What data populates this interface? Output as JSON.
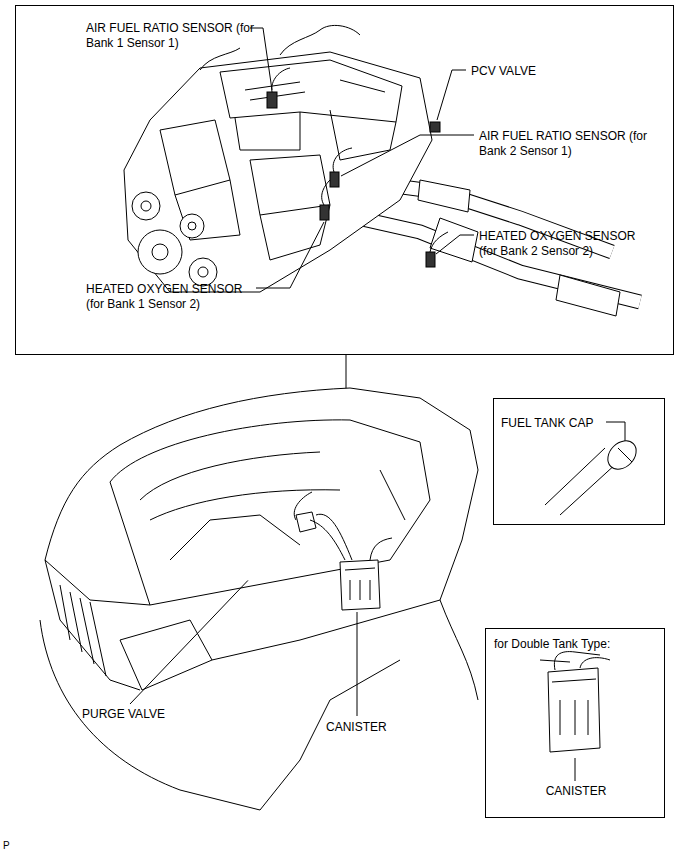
{
  "diagram": {
    "nodes": [
      {
        "text": [
          "AIR FUEL RATIO SENSOR (for Bank 1 Sensor 1)",
          "PCV VALVE",
          "AIR FUEL RATIO SENSOR (for Bank 2 Sensor 1)",
          "HEATED OXYGEN SENSOR (for Bank 2 Sensor 2)",
          "HEATED OXYGEN SENSOR (for Bank 1 Sensor 2)"
        ]
      },
      {
        "text": [
          "FUEL TANK CAP"
        ]
      },
      {
        "text": [
          "for Double Tank Type:",
          "CANISTER"
        ]
      }
    ],
    "labels": [
      "PURGE VALVE",
      "CANISTER",
      "P"
    ]
  }
}
